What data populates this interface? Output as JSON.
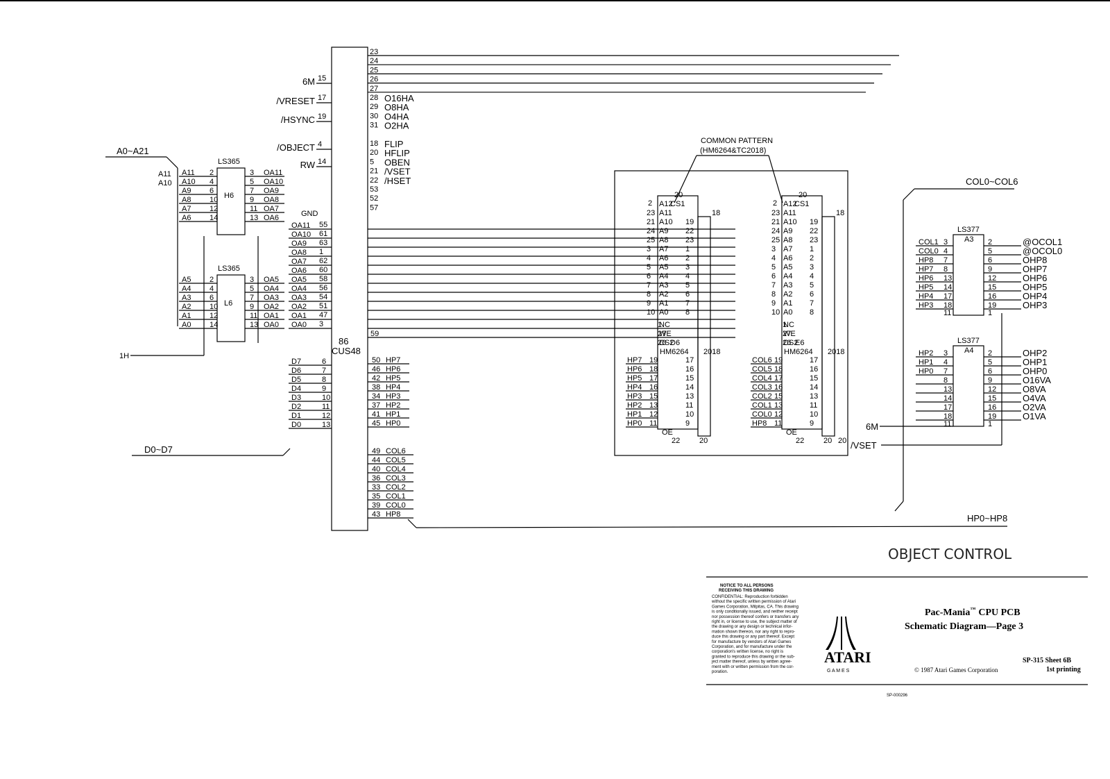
{
  "buses": {
    "addr": "A0~A21",
    "data": "D0~D7",
    "col": "COL0~COL6",
    "hp": "HP0~HP8",
    "addr_in": [
      "A11",
      "A10"
    ]
  },
  "chips": {
    "ls365_h6": {
      "type": "LS365",
      "ref": "H6"
    },
    "ls365_l6": {
      "type": "LS365",
      "ref": "L6"
    },
    "cus48": {
      "num": "86",
      "type": "CUS48"
    },
    "ram_d6": {
      "ref": "D6",
      "type": "HM6264",
      "alt": "2018"
    },
    "ram_e6": {
      "ref": "E6",
      "type": "HM6264",
      "alt": "2018"
    },
    "ls377_a3": {
      "type": "LS377",
      "ref": "A3"
    },
    "ls377_a4": {
      "type": "LS377",
      "ref": "A4"
    }
  },
  "h6_in": [
    [
      "A11",
      "2"
    ],
    [
      "A10",
      "4"
    ],
    [
      "A9",
      "6"
    ],
    [
      "A8",
      "10"
    ],
    [
      "A7",
      "12"
    ],
    [
      "A6",
      "14"
    ]
  ],
  "h6_out": [
    [
      "3",
      "OA11"
    ],
    [
      "5",
      "OA10"
    ],
    [
      "7",
      "OA9"
    ],
    [
      "9",
      "OA8"
    ],
    [
      "11",
      "OA7"
    ],
    [
      "13",
      "OA6"
    ]
  ],
  "l6_in": [
    [
      "A5",
      "2"
    ],
    [
      "A4",
      "4"
    ],
    [
      "A3",
      "6"
    ],
    [
      "A2",
      "10"
    ],
    [
      "A1",
      "12"
    ],
    [
      "A0",
      "14"
    ]
  ],
  "l6_out": [
    [
      "3",
      "OA5"
    ],
    [
      "5",
      "OA4"
    ],
    [
      "7",
      "OA3"
    ],
    [
      "9",
      "OA2"
    ],
    [
      "11",
      "OA1"
    ],
    [
      "13",
      "OA0"
    ]
  ],
  "signal_1h": "1H",
  "gnd": "GND",
  "cus_left_sig": [
    [
      "6M",
      "15"
    ],
    [
      "/VRESET",
      "17"
    ],
    [
      "/HSYNC",
      "19"
    ],
    [
      "/OBJECT",
      "4"
    ],
    [
      "RW",
      "14"
    ]
  ],
  "cus_addr": [
    [
      "OA11",
      "55"
    ],
    [
      "OA10",
      "61"
    ],
    [
      "OA9",
      "63"
    ],
    [
      "OA8",
      "1"
    ],
    [
      "OA7",
      "62"
    ],
    [
      "OA6",
      "60"
    ],
    [
      "OA5",
      "58"
    ],
    [
      "OA4",
      "56"
    ],
    [
      "OA3",
      "54"
    ],
    [
      "OA2",
      "51"
    ],
    [
      "OA1",
      "47"
    ],
    [
      "OA0",
      "3"
    ]
  ],
  "cus_data": [
    [
      "D7",
      "6"
    ],
    [
      "D6",
      "7"
    ],
    [
      "D5",
      "8"
    ],
    [
      "D4",
      "9"
    ],
    [
      "D3",
      "10"
    ],
    [
      "D2",
      "11"
    ],
    [
      "D1",
      "12"
    ],
    [
      "D0",
      "13"
    ]
  ],
  "cus_right_top": [
    [
      "23",
      ""
    ],
    [
      "24",
      ""
    ],
    [
      "25",
      ""
    ],
    [
      "26",
      ""
    ],
    [
      "27",
      ""
    ],
    [
      "28",
      "O16HA"
    ],
    [
      "29",
      "O8HA"
    ],
    [
      "30",
      "O4HA"
    ],
    [
      "31",
      "O2HA"
    ]
  ],
  "cus_right_mid": [
    [
      "18",
      "FLIP"
    ],
    [
      "20",
      "HFLIP"
    ],
    [
      "5",
      "OBEN"
    ],
    [
      "21",
      "/VSET"
    ],
    [
      "22",
      "/HSET"
    ],
    [
      "53",
      ""
    ],
    [
      "52",
      ""
    ],
    [
      "57",
      ""
    ]
  ],
  "cus_rwe": "59",
  "cus_hp": [
    [
      "50",
      "HP7"
    ],
    [
      "46",
      "HP6"
    ],
    [
      "42",
      "HP5"
    ],
    [
      "38",
      "HP4"
    ],
    [
      "34",
      "HP3"
    ],
    [
      "37",
      "HP2"
    ],
    [
      "41",
      "HP1"
    ],
    [
      "45",
      "HP0"
    ]
  ],
  "cus_col": [
    [
      "49",
      "COL6"
    ],
    [
      "44",
      "COL5"
    ],
    [
      "40",
      "COL4"
    ],
    [
      "36",
      "COL3"
    ],
    [
      "33",
      "COL2"
    ],
    [
      "35",
      "COL1"
    ],
    [
      "39",
      "COL0"
    ],
    [
      "43",
      "HP8"
    ]
  ],
  "common_pattern": [
    "COMMON PATTERN",
    "(HM6264&TC2018)"
  ],
  "ram_addr": [
    [
      "23",
      "A11"
    ],
    [
      "21",
      "A10",
      "19"
    ],
    [
      "24",
      "A9",
      "22"
    ],
    [
      "25",
      "A8",
      "23"
    ],
    [
      "3",
      "A7",
      "1"
    ],
    [
      "4",
      "A6",
      "2"
    ],
    [
      "5",
      "A5",
      "3"
    ],
    [
      "6",
      "A4",
      "4"
    ],
    [
      "7",
      "A3",
      "5"
    ],
    [
      "8",
      "A2",
      "6"
    ],
    [
      "9",
      "A1",
      "7"
    ],
    [
      "10",
      "A0",
      "8"
    ]
  ],
  "d6_data": [
    [
      "HP7",
      "19"
    ],
    [
      "HP6",
      "18"
    ],
    [
      "HP5",
      "17"
    ],
    [
      "HP4",
      "16"
    ],
    [
      "HP3",
      "15"
    ],
    [
      "HP2",
      "13"
    ],
    [
      "HP1",
      "12"
    ],
    [
      "HP0",
      "11"
    ]
  ],
  "e6_data": [
    [
      "COL6",
      "19"
    ],
    [
      "COL5",
      "18"
    ],
    [
      "COL4",
      "17"
    ],
    [
      "COL3",
      "16"
    ],
    [
      "COL2",
      "15"
    ],
    [
      "COL1",
      "13"
    ],
    [
      "COL0",
      "12"
    ],
    [
      "HP8",
      "11"
    ]
  ],
  "ram_out_pins": [
    "17",
    "16",
    "15",
    "14",
    "13",
    "11",
    "10",
    "9"
  ],
  "ram_misc": {
    "p2": "2",
    "p20": "20",
    "p18": "18",
    "p22": "22",
    "p26": "26",
    "p27": "27",
    "p1": "1",
    "p21": "21",
    "cs2": "CS2",
    "cs1": "CS1",
    "we": "WE",
    "oe": "OE",
    "nc": "NC",
    "a12": "A12"
  },
  "a3_in": [
    [
      "COL1",
      "3"
    ],
    [
      "COL0",
      "4"
    ],
    [
      "HP8",
      "7"
    ],
    [
      "HP7",
      "8"
    ],
    [
      "HP6",
      "13"
    ],
    [
      "HP5",
      "14"
    ],
    [
      "HP4",
      "17"
    ],
    [
      "HP3",
      "18"
    ]
  ],
  "a3_out": [
    [
      "2",
      "@OCOL1"
    ],
    [
      "5",
      "@OCOL0"
    ],
    [
      "6",
      "OHP8"
    ],
    [
      "9",
      "OHP7"
    ],
    [
      "12",
      "OHP6"
    ],
    [
      "15",
      "OHP5"
    ],
    [
      "16",
      "OHP4"
    ],
    [
      "19",
      "OHP3"
    ]
  ],
  "a4_in": [
    [
      "HP2",
      "3"
    ],
    [
      "HP1",
      "4"
    ],
    [
      "HP0",
      "7"
    ],
    [
      "",
      "8"
    ],
    [
      "",
      "13"
    ],
    [
      "",
      "14"
    ],
    [
      "",
      "17"
    ],
    [
      "",
      "18"
    ]
  ],
  "a4_out": [
    [
      "2",
      "OHP2"
    ],
    [
      "5",
      "OHP1"
    ],
    [
      "6",
      "OHP0"
    ],
    [
      "9",
      "O16VA"
    ],
    [
      "12",
      "O8VA"
    ],
    [
      "15",
      "O4VA"
    ],
    [
      "16",
      "O2VA"
    ],
    [
      "19",
      "O1VA"
    ]
  ],
  "a3_clk": [
    "11",
    "1"
  ],
  "sig_6m": "6M",
  "sig_vset": "/VSET",
  "vset_pin": "20",
  "title_block": {
    "section": "OBJECT CONTROL",
    "notice_title": [
      "NOTICE TO ALL PERSONS",
      "RECEIVING THIS DRAWING"
    ],
    "notice_lines": [
      "CONFIDENTIAL: Reproduction forbidden",
      "without the specific written permission of Atari",
      "Games Corporation, Milpitas, CA. This drawing",
      "is only conditionally issued, and neither receipt",
      "nor possession thereof confers or transfers any",
      "right in, or license to use, the subject matter of",
      "the drawing or any design or technical infor-",
      "mation shown thereon, nor any right to repro-",
      "duce this drawing or any part thereof. Except",
      "for manufacture by vendors of Atari Games",
      "Corporation, and for manufacture under the",
      "corporation's written license, no right is",
      "granted to reproduce this drawing or the sub-",
      "ject matter thereof, unless by written agree-",
      "ment with or written permission from the cor-",
      "poration."
    ],
    "logo_text": "ATARI",
    "logo_sub": "G A M E S",
    "title1": "Pac-Mania",
    "tm": "™",
    "title1b": "CPU PCB",
    "title2": "Schematic Diagram—Page 3",
    "copyright": "© 1987 Atari Games Corporation",
    "sp": "SP-315   Sheet 6B",
    "printing": "1st printing",
    "doc_no": "SP-000296"
  }
}
